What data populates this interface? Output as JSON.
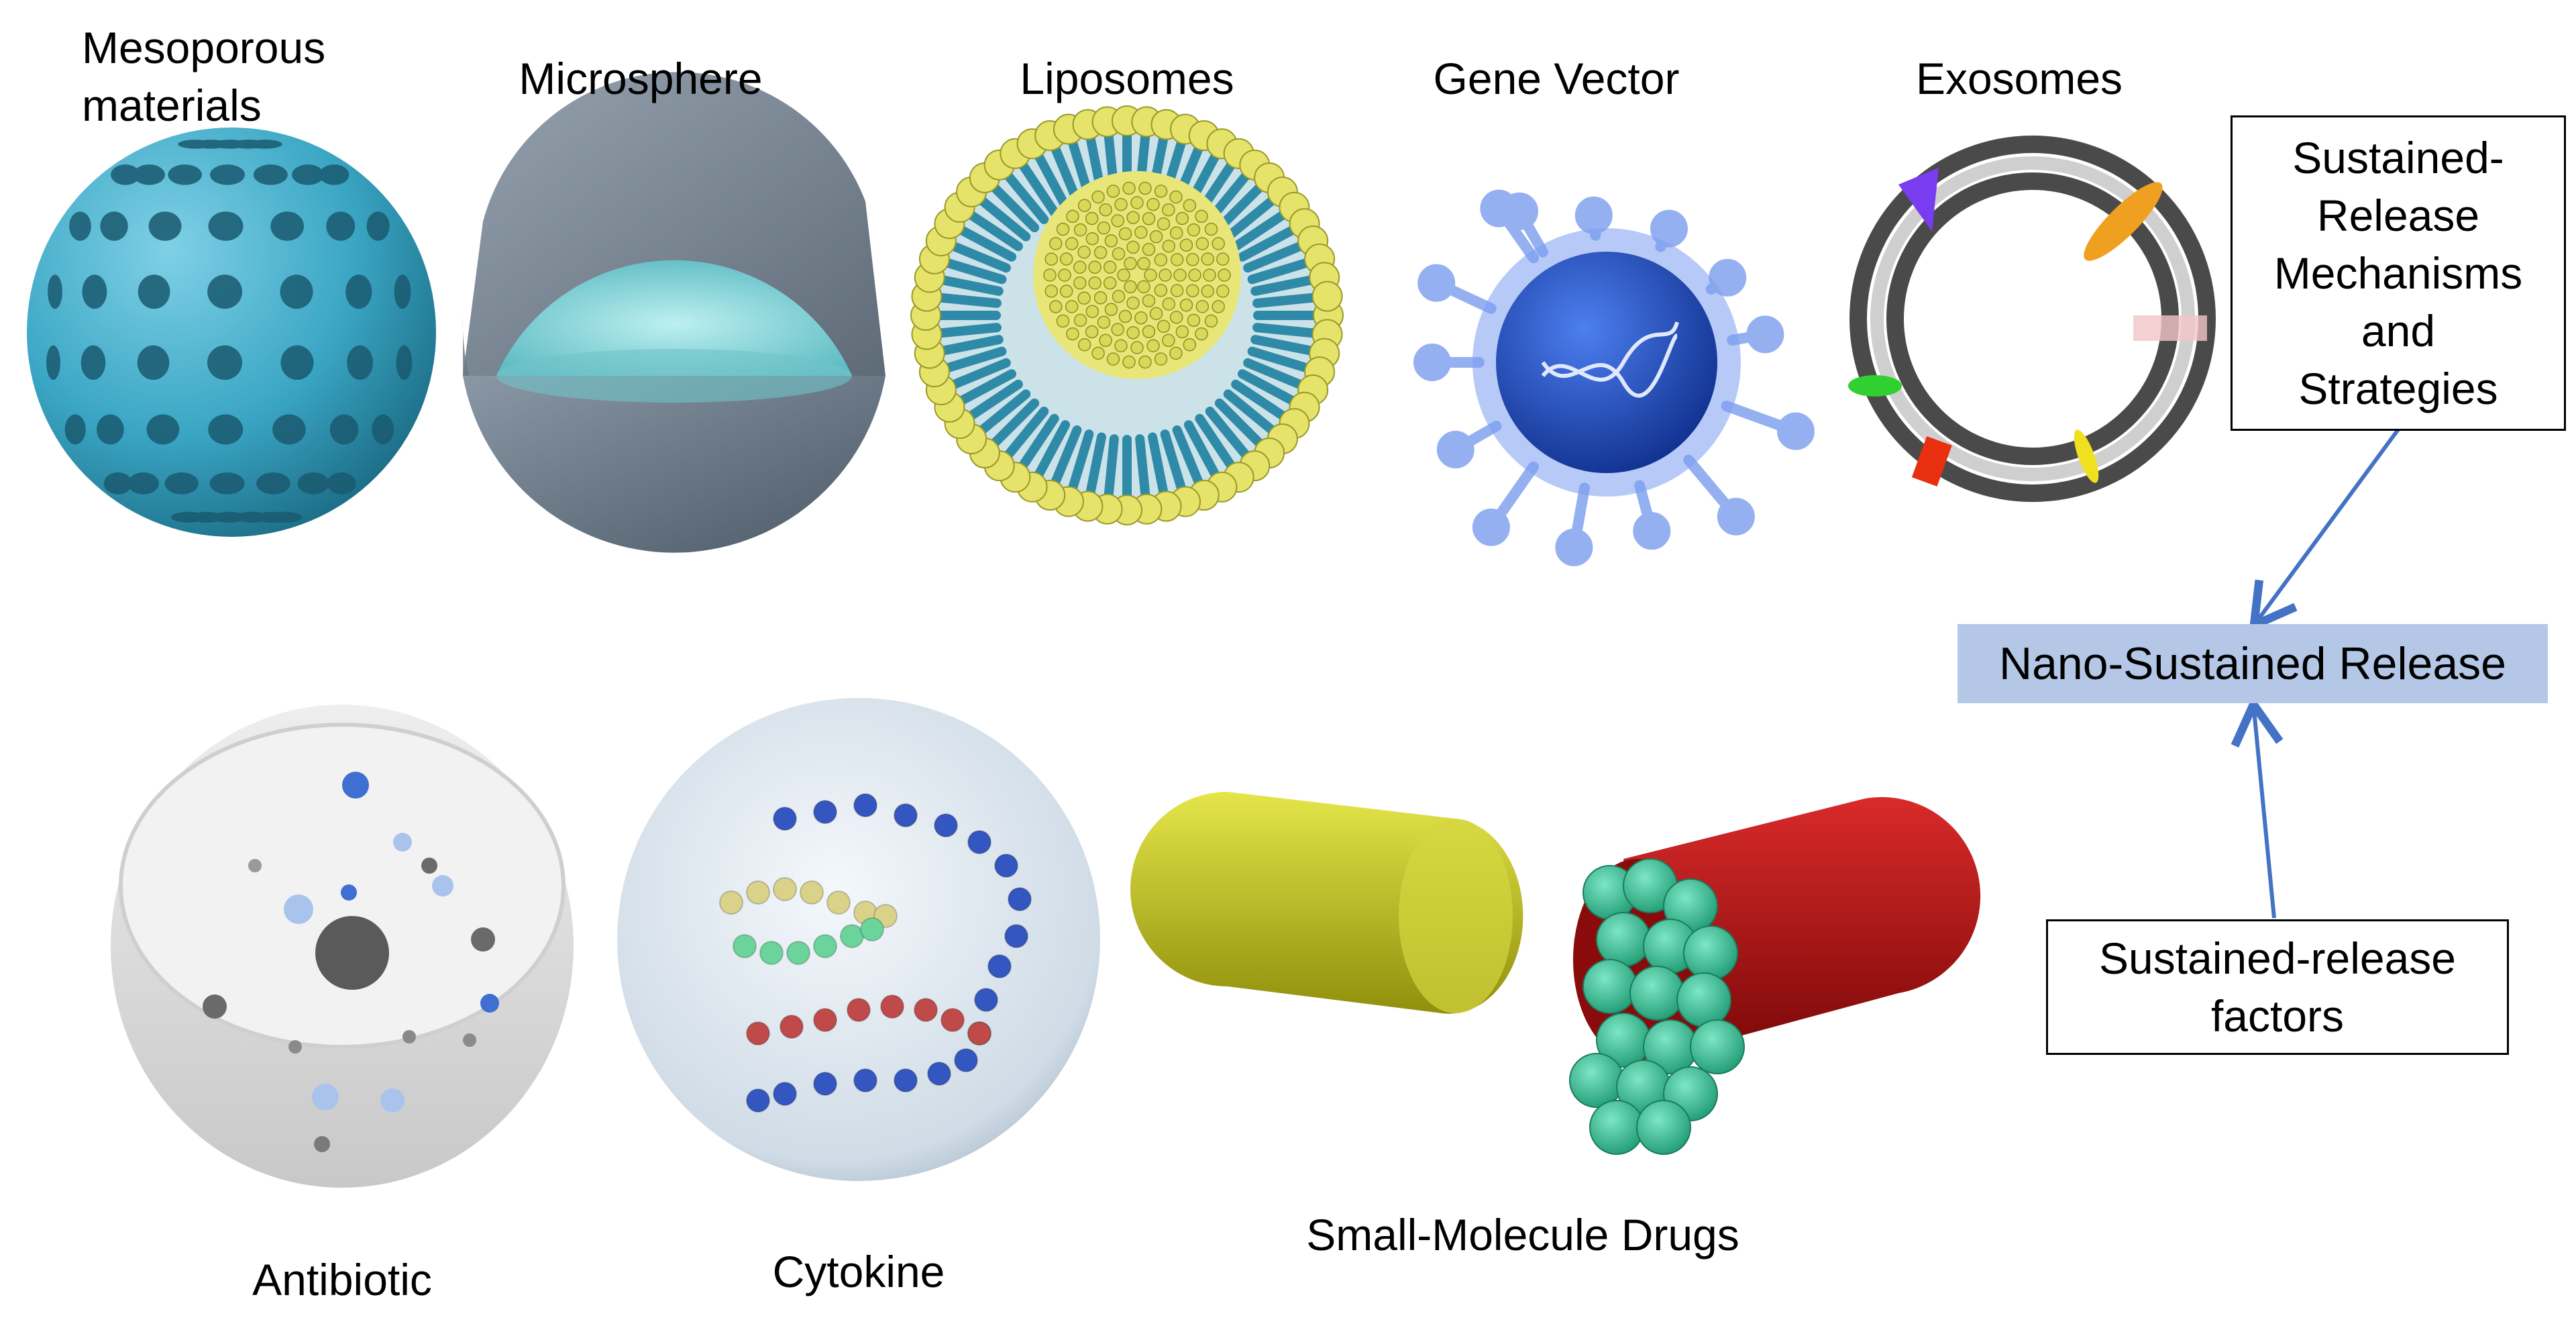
{
  "top_row": {
    "mesoporous_line1": "Mesoporous",
    "mesoporous_line2": "materials",
    "microsphere": "Microsphere",
    "liposomes": "Liposomes",
    "gene_vector": "Gene Vector",
    "exosomes": "Exosomes"
  },
  "bottom_row": {
    "antibiotic": "Antibiotic",
    "cytokine": "Cytokine",
    "small_molecule": "Small-Molecule Drugs"
  },
  "flow": {
    "mechanisms_lines": [
      "Sustained-",
      "Release",
      "Mechanisms",
      "and",
      "Strategies"
    ],
    "central": "Nano-Sustained Release",
    "factors_lines": [
      "Sustained-release",
      "factors"
    ]
  },
  "colors": {
    "mesoporous": "#3aa6c4",
    "microsphere_core": "#8fd8de",
    "microsphere_shell": "#6e7e8e",
    "liposome_head": "#e6e36a",
    "liposome_tail": "#2f8aa8",
    "gene_vector": "#2f56c8",
    "exosome_membrane": "#3a3a3a",
    "central_fill": "#b4c7e7",
    "arrow": "#4472c4",
    "capsule_yellow": "#cfcf1e",
    "capsule_red": "#b41414",
    "granule": "#37c29a"
  }
}
